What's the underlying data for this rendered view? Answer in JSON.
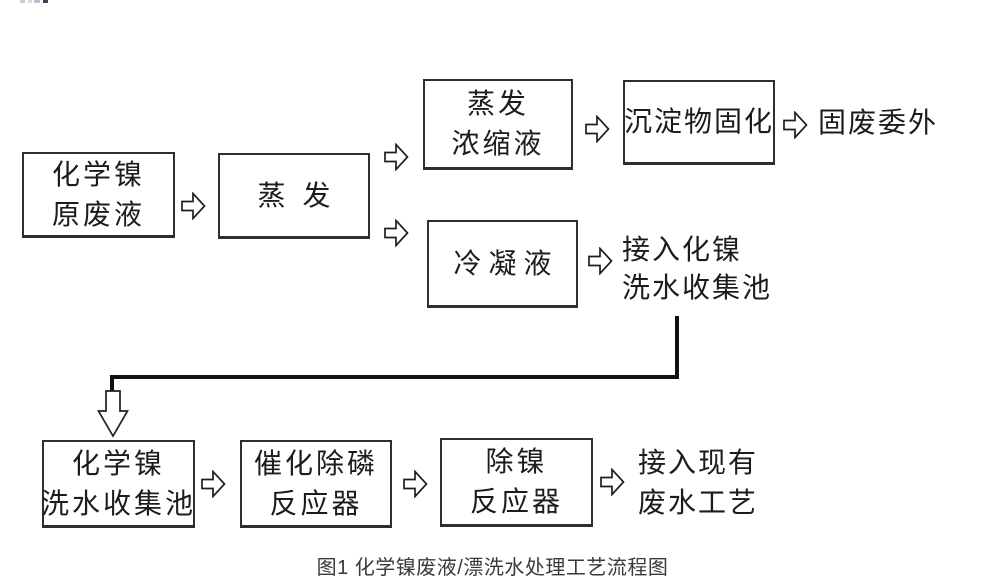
{
  "diagram": {
    "boxes": {
      "raw_waste": {
        "line1": "化学镍",
        "line2": "原废液"
      },
      "evaporation": {
        "line1": "蒸发"
      },
      "concentrate": {
        "line1": "蒸发",
        "line2": "浓缩液"
      },
      "sediment": {
        "line1": "沉淀物固化"
      },
      "condensate": {
        "line1": "冷凝液"
      },
      "collection": {
        "line1": "化学镍",
        "line2": "洗水收集池"
      },
      "phosphorus": {
        "line1": "催化除磷",
        "line2": "反应器"
      },
      "nickel_removal": {
        "line1": "除镍",
        "line2": "反应器"
      }
    },
    "labels": {
      "solid_waste": {
        "line1": "固废委外"
      },
      "to_collection": {
        "line1": "接入化镍",
        "line2": "洗水收集池"
      },
      "to_existing_process": {
        "line1": "接入现有",
        "line2": "废水工艺"
      }
    },
    "colors": {
      "box_border": "#2e2e2e",
      "text": "#1c1c1c",
      "connector_line": "#111111",
      "caption_text": "#3a3a3a",
      "background": "#ffffff"
    }
  },
  "caption": "图1 化学镍废液/漂洗水处理工艺流程图"
}
